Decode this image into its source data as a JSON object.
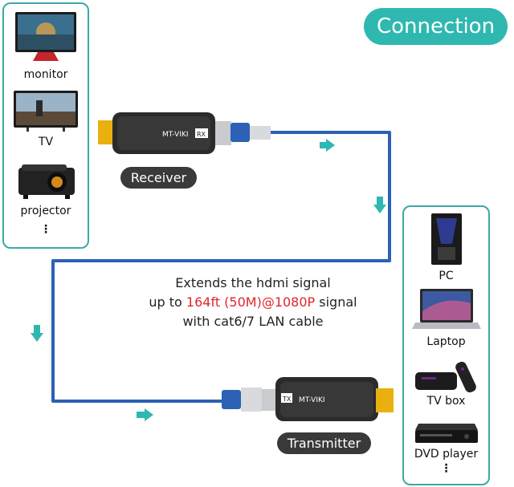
{
  "badge": {
    "title": "Connection"
  },
  "receiver": {
    "label": "Receiver",
    "device_text": "MT-VIKI",
    "tag": "RX"
  },
  "transmitter": {
    "label": "Transmitter",
    "device_text": "MT-VIKI",
    "tag": "TX"
  },
  "info": {
    "line1": "Extends the hdmi signal",
    "line2_pre": "up to ",
    "line2_highlight": "164ft (50M)@1080P",
    "line2_post": " signal",
    "line3": "with cat6/7 LAN cable"
  },
  "outputs": [
    {
      "label": "monitor",
      "icon": "monitor-icon"
    },
    {
      "label": "TV",
      "icon": "tv-icon"
    },
    {
      "label": "projector",
      "icon": "projector-icon"
    }
  ],
  "sources": [
    {
      "label": "PC",
      "icon": "pc-tower-icon"
    },
    {
      "label": "Laptop",
      "icon": "laptop-icon"
    },
    {
      "label": "TV box",
      "icon": "tv-box-icon"
    },
    {
      "label": "DVD player",
      "icon": "dvd-player-icon"
    }
  ],
  "more_dots": "⋮",
  "colors": {
    "accent": "#2fb8b0",
    "cable": "#2c61b5",
    "highlight": "#e0262a",
    "pill": "#3a3a3a"
  }
}
